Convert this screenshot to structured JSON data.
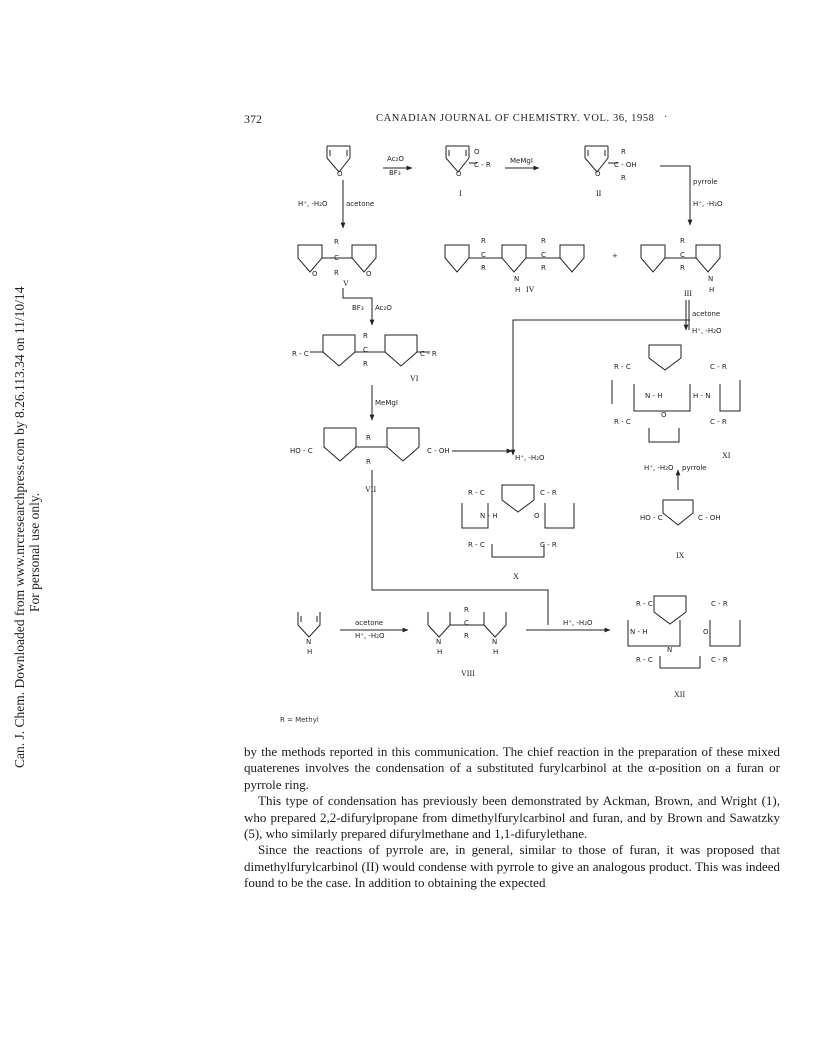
{
  "side_note": {
    "line1": "Can. J. Chem. Downloaded from www.nrcresearchpress.com by 8.26.113.34 on 11/10/14",
    "line2": "For personal use only."
  },
  "header": {
    "page_number": "372",
    "journal_title": "CANADIAN JOURNAL OF CHEMISTRY. VOL. 36, 1958",
    "dot": "·"
  },
  "scheme": {
    "labels": {
      "I": "I",
      "II": "II",
      "III": "III",
      "IV": "IV",
      "V": "V",
      "VI": "VI",
      "VII": "VII",
      "VIII": "VIII",
      "IX": "IX",
      "X": "X",
      "XI": "XI",
      "XII": "XII"
    },
    "reagents": {
      "ac2o": "Ac₂O",
      "bf3": "BF₃",
      "memgi": "MeMgI",
      "pyrrole": "pyrrole",
      "h_h2o": "H⁺, -H₂O",
      "h_h2o_short": "H⁺, -H₂O",
      "acetone": "acetone",
      "plus": "+"
    },
    "legend": "R = Methyl"
  },
  "body": {
    "p1": "by the methods reported in this communication. The chief reaction in the preparation of these mixed quaterenes involves the condensation of a substituted furylcarbinol at the α-position on a furan or pyrrole ring.",
    "p2": "This type of condensation has previously been demonstrated by Ackman, Brown, and Wright (1), who prepared 2,2-difurylpropane from dimethylfurylcarbinol and furan, and by Brown and Sawatzky (5), who similarly prepared difurylmethane and 1,1-difurylethane.",
    "p3": "Since the reactions of pyrrole are, in general, similar to those of furan, it was proposed that dimethylfurylcarbinol (II) would condense with pyrrole to give an analogous product. This was indeed found to be the case. In addition to obtaining the expected"
  }
}
